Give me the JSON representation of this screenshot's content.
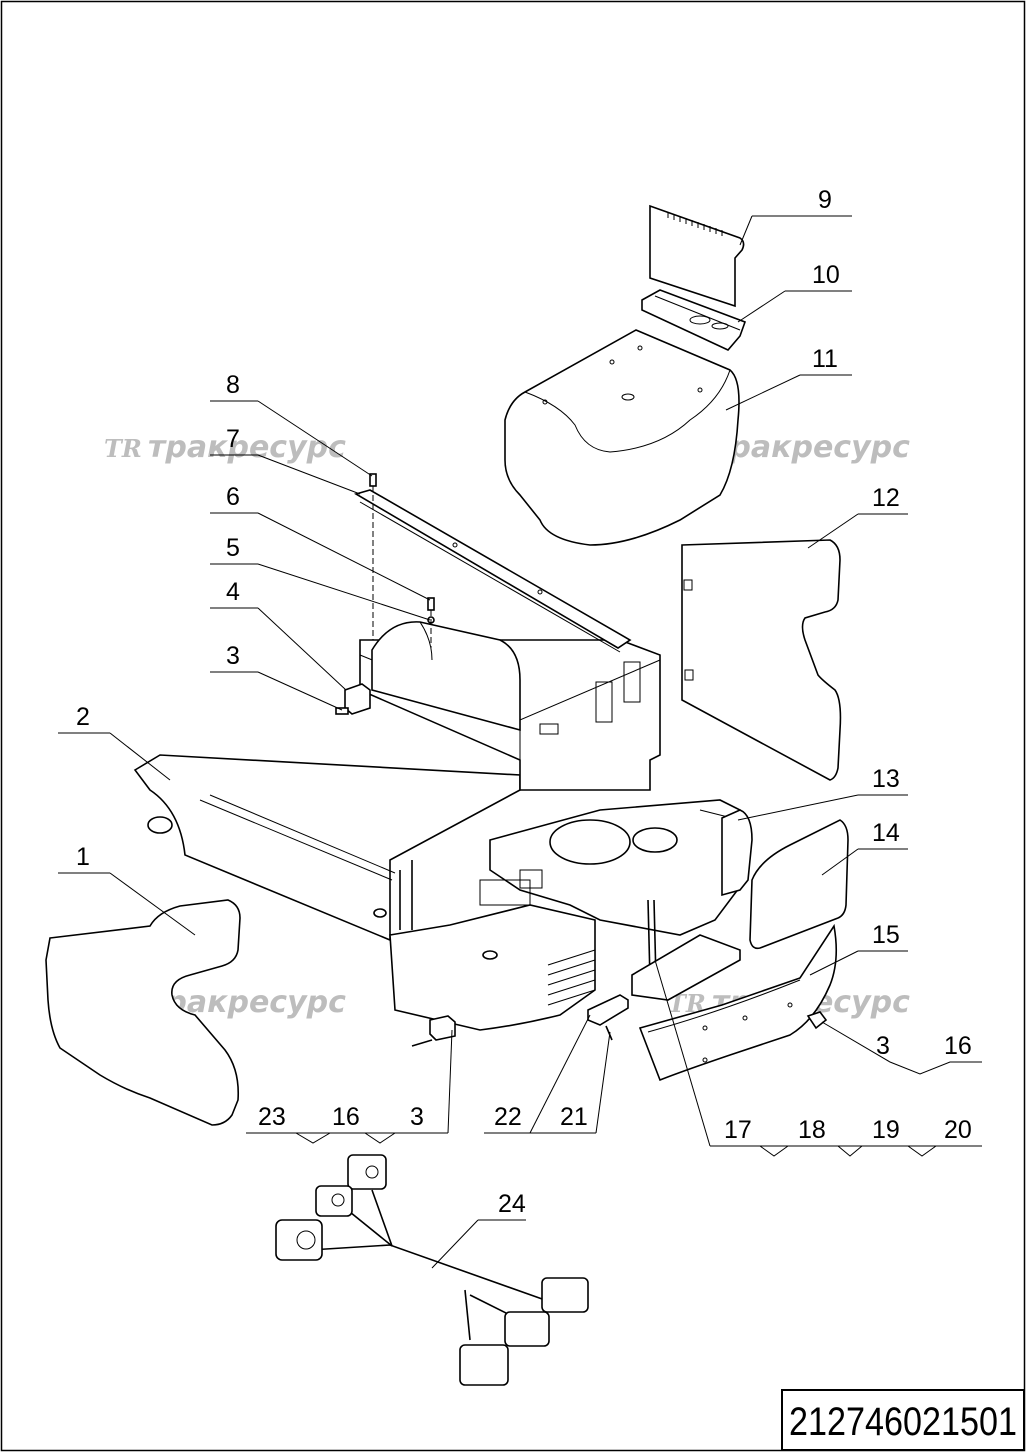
{
  "watermark": {
    "logo": "TR",
    "text": "тракресурс"
  },
  "document_number": "212746021501",
  "callouts": {
    "c1": "1",
    "c2": "2",
    "c3": "3",
    "c4": "4",
    "c5": "5",
    "c6": "6",
    "c7": "7",
    "c8": "8",
    "c9": "9",
    "c10": "10",
    "c11": "11",
    "c12": "12",
    "c13": "13",
    "c14": "14",
    "c15": "15",
    "c3b": "3",
    "c16": "16",
    "c23": "23",
    "c16b": "16",
    "c3c": "3",
    "c22": "22",
    "c21": "21",
    "c17": "17",
    "c18": "18",
    "c19": "19",
    "c20": "20",
    "c24": "24"
  }
}
